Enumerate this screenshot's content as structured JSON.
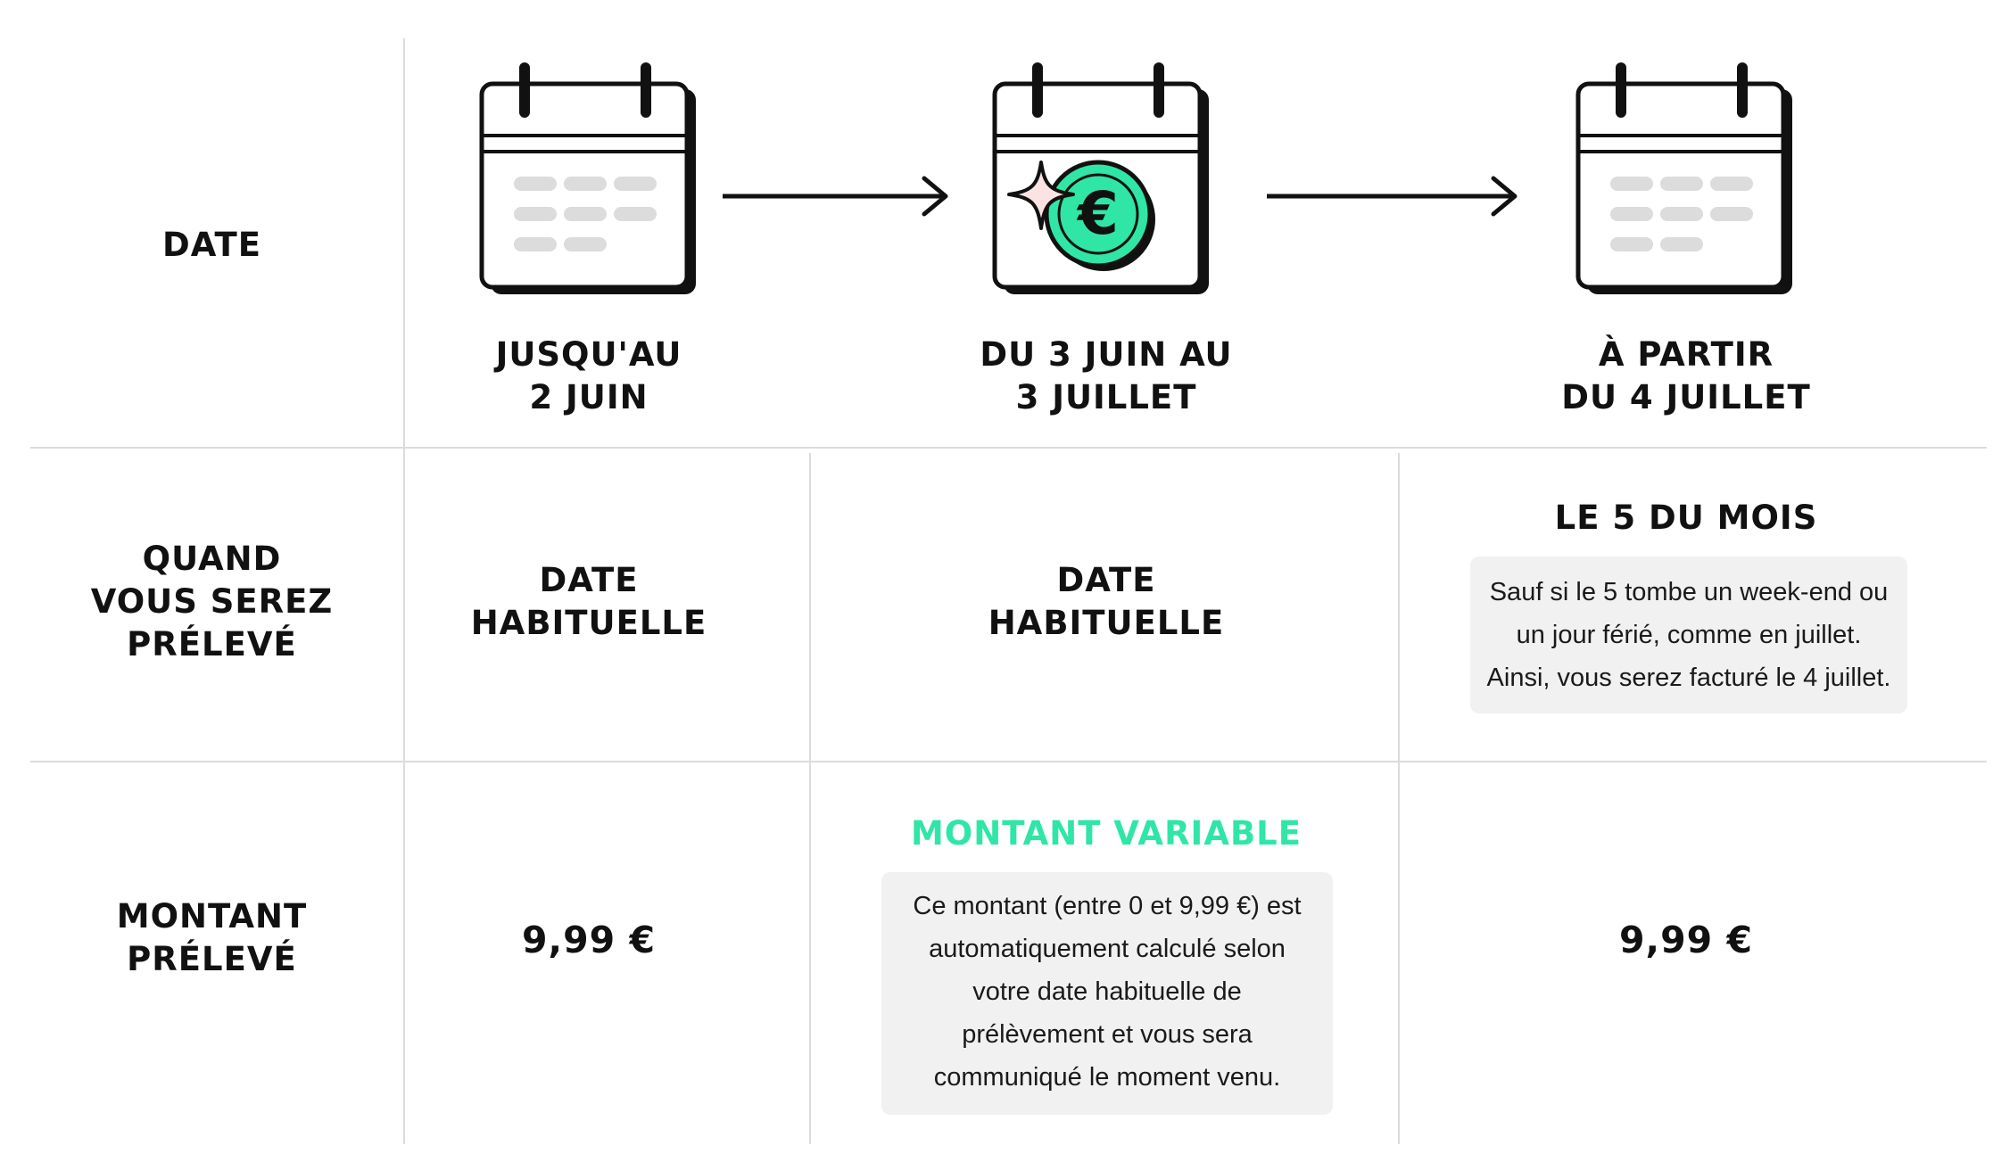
{
  "rows": {
    "date_label": [
      "DATE"
    ],
    "when_label": [
      "QUAND",
      "VOUS SEREZ",
      "PRÉLEVÉ"
    ],
    "amount_label": [
      "MONTANT",
      "PRÉLEVÉ"
    ]
  },
  "periods": [
    {
      "title": [
        "JUSQU'AU",
        "2 JUIN"
      ],
      "icon": "calendar-icon",
      "when": [
        "DATE",
        "HABITUELLE"
      ],
      "amount": "9,99 €"
    },
    {
      "title": [
        "DU 3 JUIN AU",
        "3 JUILLET"
      ],
      "icon": "calendar-euro-coin-icon",
      "when": [
        "DATE",
        "HABITUELLE"
      ],
      "amount_heading": "MONTANT VARIABLE",
      "amount_note": [
        "Ce montant (entre 0 et 9,99 €) est",
        "automatiquement calculé selon",
        "votre date habituelle de",
        "prélèvement et vous sera",
        "communiqué le moment venu."
      ]
    },
    {
      "title": [
        "À PARTIR",
        "DU 4 JUILLET"
      ],
      "icon": "calendar-icon",
      "when_heading": "LE 5 DU MOIS",
      "when_note": [
        "Sauf si le 5 tombe un week-end ou",
        "un jour férié, comme en juillet.",
        "Ainsi, vous serez facturé le 4 juillet."
      ],
      "amount": "9,99 €"
    }
  ],
  "icons": {
    "arrow_1": "arrow-right-icon",
    "arrow_2": "arrow-right-icon",
    "sparkle": "sparkle-icon",
    "euro": "euro-icon"
  },
  "colors": {
    "accent": "#2fe6a6",
    "sparkle": "#fbe3e3",
    "note_bg": "#f1f1f1",
    "grid": "#dcdcdc",
    "ink": "#111111"
  }
}
